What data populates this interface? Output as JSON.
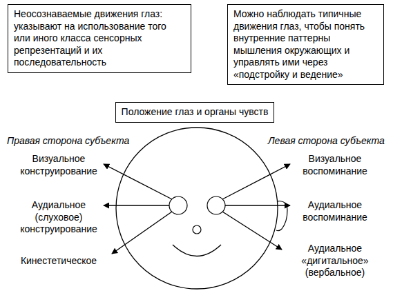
{
  "diagram": {
    "nodes": [
      {
        "text": [
          "Неосознаваемые движения глаз: указывают на использование того или иного класса сенсорных репрезентаций и их последовательность"
        ]
      },
      {
        "text": [
          "Можно наблюдать типичные движения глаз, чтобы понять внутренние паттерны мышления окружающих и управлять ими через «подстройку и ведение»"
        ]
      },
      {
        "text": [
          "Положение глаз и органы чувств"
        ]
      }
    ],
    "labels": [
      "Правая сторона субъекта",
      "Левая сторона субъекта",
      "Визуальное конструирование",
      "Визуальное воспоминание",
      "Аудиальное (слуховое) конструирование",
      "Аудиальное воспоминание",
      "Кинестетическое",
      "Аудиальное «дигитальное» (вербальное)"
    ]
  }
}
